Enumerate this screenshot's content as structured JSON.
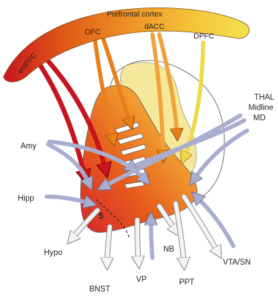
{
  "diagram": {
    "cortex_title": "Prefrontal cortex",
    "cortex_regions": {
      "vmpfc": "vmPFC",
      "ofc": "OFC",
      "dacc": "dACC",
      "dpfc": "DPFC"
    },
    "inputs": {
      "thalamus_line1": "THAL",
      "thalamus_line2": "Midline",
      "thalamus_line3": "MD",
      "amygdala": "Amy",
      "hippocampus": "Hipp"
    },
    "striatum_label": "S",
    "outputs": {
      "hypothalamus": "Hypo",
      "bnst": "BNST",
      "vp": "VP",
      "nb": "NB",
      "ppt": "PPT",
      "vta_sn": "VTA/SN"
    }
  },
  "colors": {
    "vmpfc": "#c8141e",
    "ofc": "#e8801a",
    "dacc": "#f0a23a",
    "dpfc": "#f0d84a",
    "input_arrow": "#a9aed0",
    "output_arrow": "#f2f2f2"
  }
}
